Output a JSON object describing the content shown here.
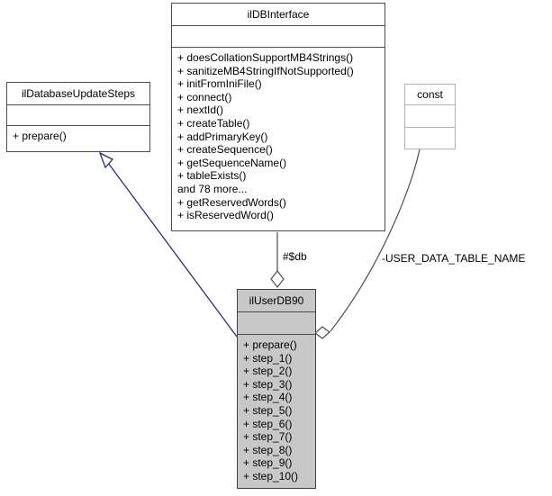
{
  "diagram": {
    "type": "uml-class-diagram",
    "background": "#ffffff",
    "colors": {
      "box_border": "#4d4d4d",
      "box_fill": "#ffffff",
      "highlight_fill": "#c8c8c8",
      "inheritance_edge": "#2a2a7a",
      "association_edge": "#4d4d4d",
      "faint_border": "#b3b3b3"
    }
  },
  "nodes": {
    "il_database_update_steps": {
      "name": "ilDatabaseUpdateSteps",
      "attributes": [],
      "operations": [
        "+ prepare()"
      ]
    },
    "il_db_interface": {
      "name": "ilDBInterface",
      "attributes": [],
      "operations": [
        "+ doesCollationSupportMB4Strings()",
        "+ sanitizeMB4StringIfNotSupported()",
        "+ initFromIniFile()",
        "+ connect()",
        "+ nextId()",
        "+ createTable()",
        "+ addPrimaryKey()",
        "+ createSequence()",
        "+ getSequenceName()",
        "+ tableExists()",
        "and 78 more...",
        "+ getReservedWords()",
        "+ isReservedWord()"
      ]
    },
    "const_node": {
      "name": "const",
      "attributes": [],
      "operations": []
    },
    "il_user_db90": {
      "name": "ilUserDB90",
      "attributes": [],
      "operations": [
        "+ prepare()",
        "+ step_1()",
        "+ step_2()",
        "+ step_3()",
        "+ step_4()",
        "+ step_5()",
        "+ step_6()",
        "+ step_7()",
        "+ step_8()",
        "+ step_9()",
        "+ step_10()"
      ]
    }
  },
  "edges": {
    "inheritance": {
      "from": "ilUserDB90",
      "to": "ilDatabaseUpdateSteps",
      "kind": "generalization",
      "label": ""
    },
    "aggregation_db": {
      "from": "ilUserDB90",
      "to": "ilDBInterface",
      "kind": "aggregation",
      "label": "#$db"
    },
    "association_const": {
      "from": "ilUserDB90",
      "to": "const",
      "kind": "aggregation",
      "label": "-USER_DATA_TABLE_NAME"
    }
  }
}
